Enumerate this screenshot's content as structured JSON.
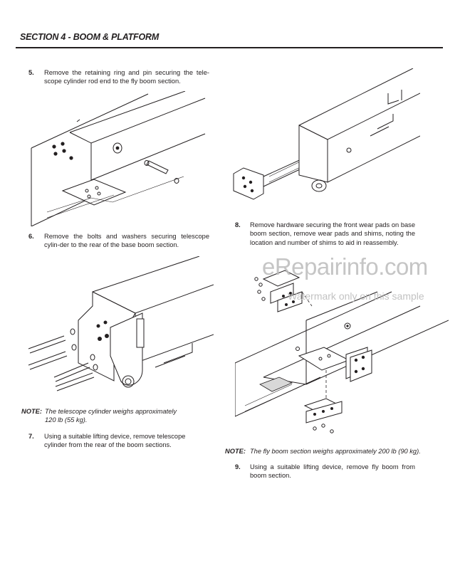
{
  "header": {
    "title": "SECTION 4 - BOOM & PLATFORM"
  },
  "steps": [
    {
      "num": "5.",
      "text": "Remove the retaining ring and pin securing the tele-scope cylinder rod end to the fly boom section."
    },
    {
      "num": "6.",
      "text": "Remove the bolts and washers securing telescope cylin-der to the rear of the base boom section."
    },
    {
      "num": "7.",
      "text": "Using a suitable lifting device, remove telescope cylinder from the rear of the boom sections."
    },
    {
      "num": "8.",
      "text": "Remove hardware securing the front wear pads on base boom section, remove wear pads and shims, noting the location and number of shims to aid in reassembly."
    },
    {
      "num": "9.",
      "text": "Using a suitable lifting device, remove fly boom from boom section."
    }
  ],
  "notes": [
    {
      "label": "NOTE:",
      "text": "The telescope cylinder weighs approximately 120 lb (55 kg)."
    },
    {
      "label": "NOTE:",
      "text": "The fly boom section weighs approximately 200 lb (90 kg)."
    }
  ],
  "watermark": {
    "site": "eRepairinfo.com",
    "caption": "Watermark only on this sample"
  }
}
